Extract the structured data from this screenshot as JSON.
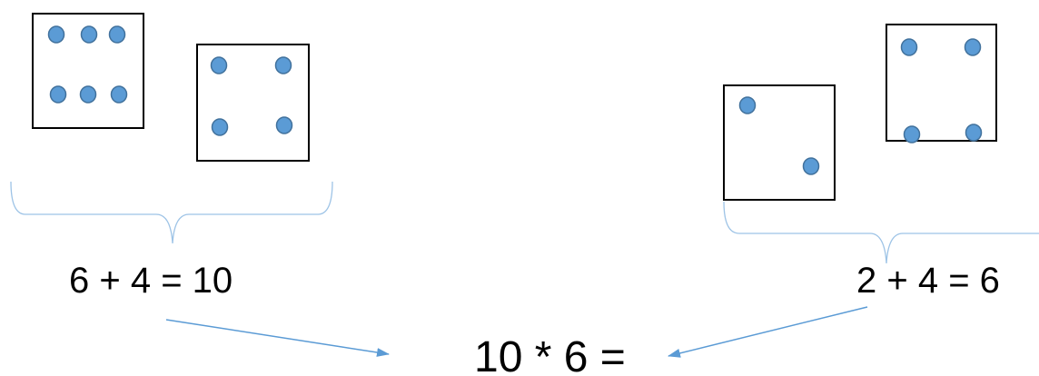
{
  "left_group": {
    "dice": [
      {
        "name": "die-six",
        "pips": 6
      },
      {
        "name": "die-four",
        "pips": 4
      }
    ],
    "equation": "6 + 4 = 10"
  },
  "right_group": {
    "dice": [
      {
        "name": "die-two",
        "pips": 2
      },
      {
        "name": "die-four",
        "pips": 4
      }
    ],
    "equation": "2 + 4 = 6"
  },
  "result_equation": "10 * 6 =",
  "colors": {
    "pip_fill": "#5b9bd5",
    "pip_stroke": "#41719c",
    "die_border": "#000000",
    "brace": "#9dc3e6",
    "arrow": "#5b9bd5"
  }
}
